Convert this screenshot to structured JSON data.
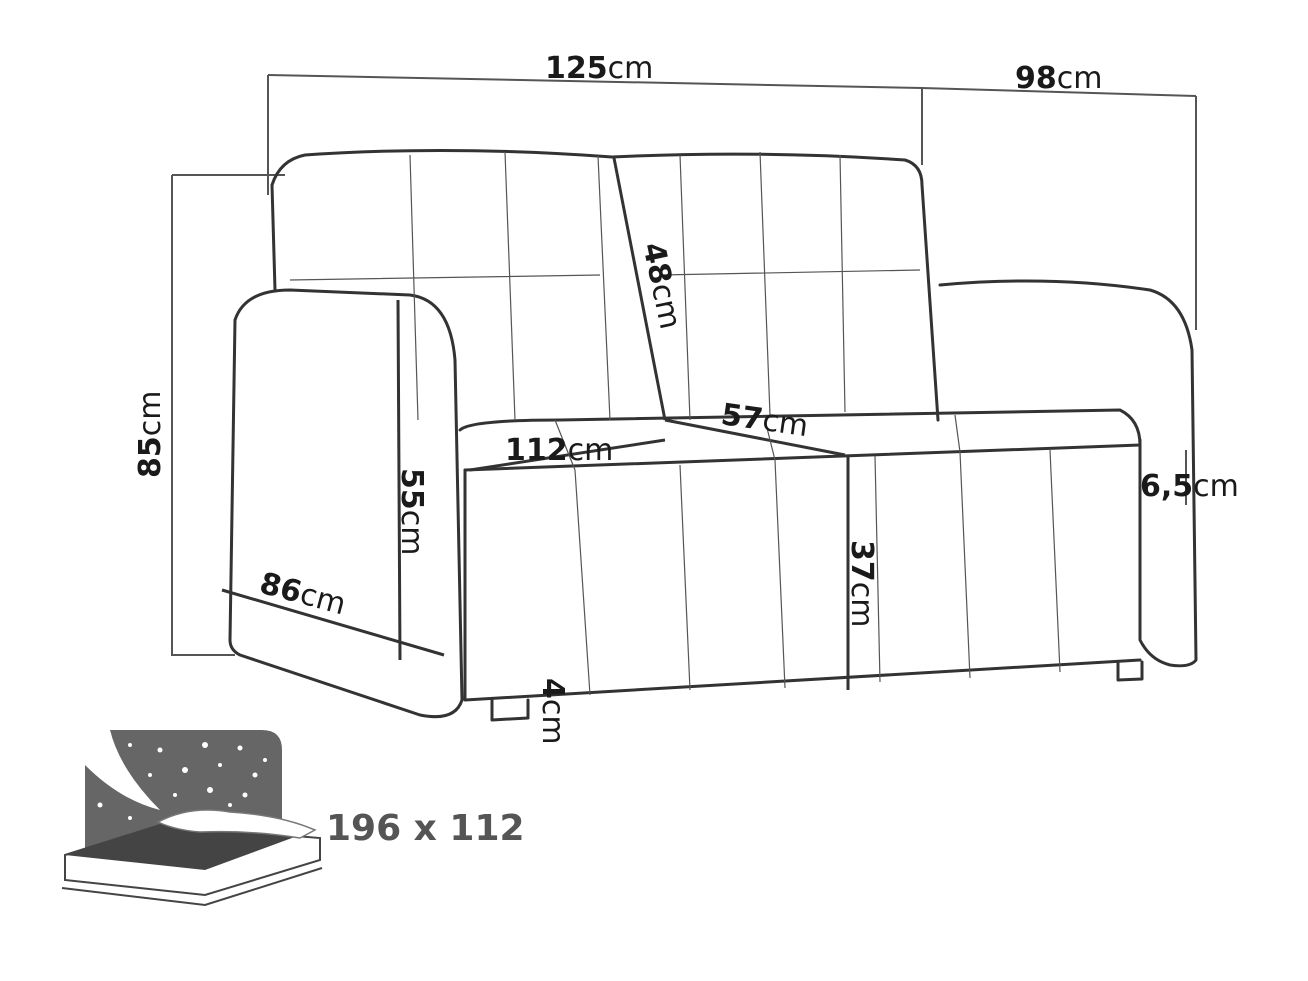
{
  "units": "cm",
  "dimensions": {
    "width": {
      "value": "125",
      "unit": "cm"
    },
    "depth": {
      "value": "98",
      "unit": "cm"
    },
    "height": {
      "value": "85",
      "unit": "cm"
    },
    "backrest_height": {
      "value": "48",
      "unit": "cm"
    },
    "seat_width": {
      "value": "112",
      "unit": "cm"
    },
    "seat_depth": {
      "value": "57",
      "unit": "cm"
    },
    "armrest_height": {
      "value": "55",
      "unit": "cm"
    },
    "armrest_depth": {
      "value": "86",
      "unit": "cm"
    },
    "seat_height": {
      "value": "37",
      "unit": "cm"
    },
    "leg_height": {
      "value": "4",
      "unit": "cm"
    },
    "armrest_width": {
      "value": "6,5",
      "unit": "cm"
    }
  },
  "sleeping_area": {
    "text": "196 x 112",
    "icon": "bed-icon"
  }
}
